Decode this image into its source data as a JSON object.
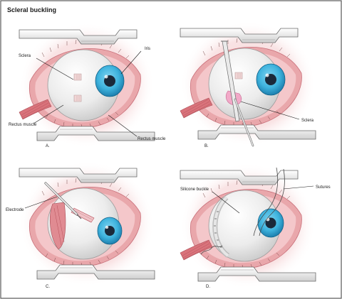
{
  "title": "Scleral buckling",
  "panels": {
    "a": {
      "letter": "A.",
      "labels": {
        "sclera": "Sclera",
        "iris": "Iris",
        "rectus_left": "Rectus muscle",
        "rectus_right": "Rectus muscle"
      }
    },
    "b": {
      "letter": "B.",
      "labels": {
        "sclera": "Sclera"
      }
    },
    "c": {
      "letter": "C.",
      "labels": {
        "electrode": "Electrode"
      }
    },
    "d": {
      "letter": "D.",
      "labels": {
        "buckle": "Silicone buckle",
        "sutures": "Sutures"
      }
    }
  },
  "colors": {
    "frame": "#5a5a5a",
    "skin": "#f7dfe0",
    "lid": "#e9a7ab",
    "eyeball": "#f3f3f3",
    "iris": "#3fb4de",
    "iris_dark": "#1d7fae",
    "pupil": "#1b2a3a",
    "muscle": "#d9737b",
    "retractor": "#ececec",
    "buckle": "#d8d8d8"
  }
}
